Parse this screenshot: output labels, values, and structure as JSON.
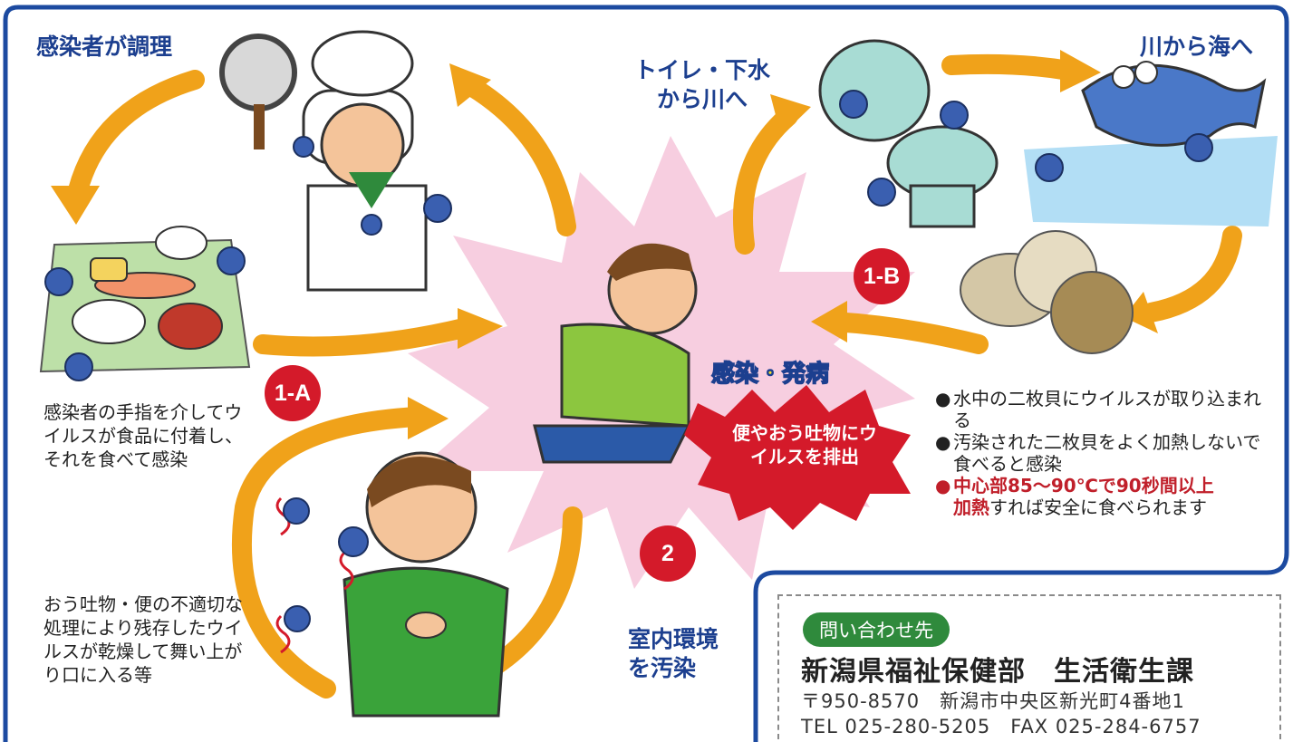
{
  "labels": {
    "cook": "感染者が調理",
    "toilet": "トイレ・下水から川へ",
    "river_sea": "川から海へ",
    "infection": "感染・発病",
    "excrete": "便やおう吐物にウイルスを排出",
    "indoor": "室内環境を汚染"
  },
  "markers": {
    "a": "1-A",
    "b": "1-B",
    "two": "2"
  },
  "notes": {
    "food": "感染者の手指を介してウイルスが食品に付着し、それを食べて感染",
    "vomit": "おう吐物・便の不適切な処理により残存したウイルスが乾燥して舞い上がり口に入る等"
  },
  "bullets": {
    "b1": "水中の二枚貝にウイルスが取り込まれる",
    "b2": "汚染された二枚貝をよく加熱しないで食べると感染",
    "b3_red1": "中心部85～90℃で90秒間以上",
    "b3_red2": "加熱",
    "b3_rest": "すれば安全に食べられます"
  },
  "contact": {
    "badge": "問い合わせ先",
    "org": "新潟県福祉保健部　生活衛生課",
    "address": "〒950-8570　新潟市中央区新光町4番地1",
    "tel": "TEL 025-280-5205　FAX 025-284-6757"
  },
  "colors": {
    "frame": "#1c4aa0",
    "arrow": "#f0a21a",
    "marker": "#d41a2a",
    "virus": "#3a5fb0",
    "burst": "#f6c6da",
    "badge": "#2f8a3c"
  }
}
